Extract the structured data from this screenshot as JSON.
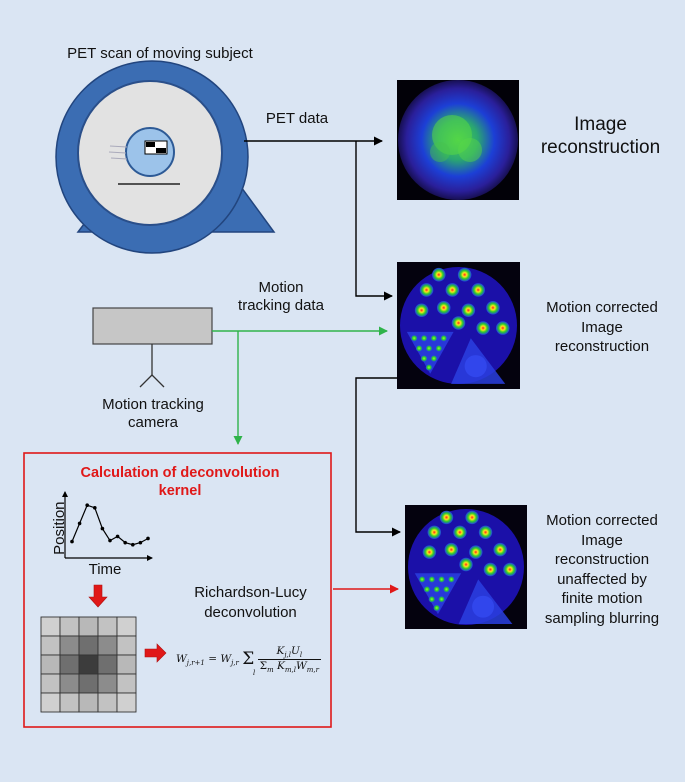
{
  "labels": {
    "scanner_title": "PET scan of moving subject",
    "pet_data": "PET data",
    "image_reconstruction": "Image\nreconstruction",
    "motion_tracking_data": "Motion\ntracking data",
    "motion_tracking_camera": "Motion tracking\ncamera",
    "motion_corrected": "Motion corrected\nImage\nreconstruction",
    "motion_corrected_unaffected": "Motion corrected\nImage\nreconstruction\nunaffected by\nfinite motion\nsampling blurring",
    "kernel_title": "Calculation of deconvolution\nkernel",
    "position_axis": "Position",
    "time_axis": "Time",
    "richardson_lucy": "Richardson-Lucy\ndeconvolution",
    "formula": "W_{j,r+1} = W_{j,r} Σ_l K_{j,l} U_l / Σ_m K_{m,l} W_{m,r}"
  },
  "colors": {
    "background": "#dae5f3",
    "scanner_blue": "#3b6db3",
    "scanner_gray": "#e0e0e0",
    "arrow_black": "#000000",
    "arrow_green": "#2fb34a",
    "arrow_red": "#e01818",
    "kernel_box": "#e01818"
  },
  "icons": [
    "pet-scanner-icon",
    "motion-camera-icon",
    "motion-plot-icon",
    "kernel-grid-icon",
    "down-arrow-icon",
    "right-block-arrow-icon"
  ],
  "kernel_grid_shades": [
    [
      "#d0d0d0",
      "#c2c2c2",
      "#b8b8b8",
      "#c2c2c2",
      "#d0d0d0"
    ],
    [
      "#c2c2c2",
      "#8c8c8c",
      "#6f6f6f",
      "#8c8c8c",
      "#c2c2c2"
    ],
    [
      "#b8b8b8",
      "#6f6f6f",
      "#3c3c3c",
      "#6f6f6f",
      "#b8b8b8"
    ],
    [
      "#c2c2c2",
      "#8c8c8c",
      "#6f6f6f",
      "#8c8c8c",
      "#c2c2c2"
    ],
    [
      "#d0d0d0",
      "#c2c2c2",
      "#b8b8b8",
      "#c2c2c2",
      "#d0d0d0"
    ]
  ],
  "motion_trace": {
    "x": [
      0,
      1,
      2,
      3,
      4,
      5,
      6,
      7,
      8,
      9,
      10
    ],
    "y": [
      0.2,
      0.55,
      0.9,
      0.85,
      0.45,
      0.22,
      0.3,
      0.18,
      0.14,
      0.18,
      0.26
    ]
  }
}
